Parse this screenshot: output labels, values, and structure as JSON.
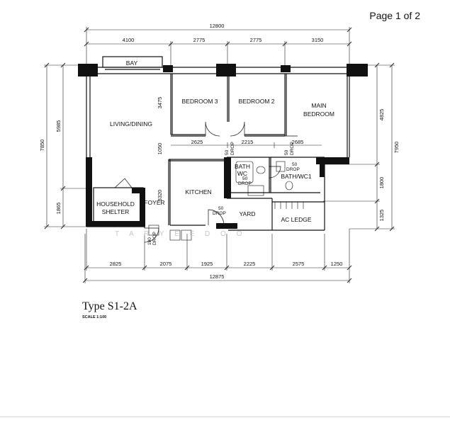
{
  "page": {
    "label": "Page 1 of 2"
  },
  "plan": {
    "type_title": "Type S1-2A",
    "scale_note": "SCALE 1:100",
    "overall_top": "12800",
    "overall_bottom": "12875",
    "top_dims": [
      "4100",
      "2775",
      "2775",
      "3150"
    ],
    "bottom_dims": [
      "2825",
      "2075",
      "1925",
      "2225",
      "2575",
      "1250"
    ],
    "left_overall": "7850",
    "left_dims": [
      "5985",
      "1865"
    ],
    "right_overall": "7950",
    "right_dims": [
      "4825",
      "1800",
      "1325"
    ],
    "inner_dims": {
      "bedroom3_depth": "3475",
      "corridor_1050": "1050",
      "kitchen_depth": "3320",
      "d_2625": "2625",
      "d_2215": "2215",
      "d_2685": "2685"
    },
    "rooms": {
      "bay": "BAY",
      "living_dining": "LIVING/DINING",
      "bedroom3": "BEDROOM 3",
      "bedroom2": "BEDROOM 2",
      "main_bedroom_1": "MAIN",
      "main_bedroom_2": "BEDROOM",
      "household_shelter_1": "HOUSEHOLD",
      "household_shelter_2": "SHELTER",
      "foyer": "FOYER",
      "kitchen": "KITCHEN",
      "yard": "YARD",
      "ac_ledge": "AC LEDGE",
      "bath_wc_left_1": "BATH",
      "bath_wc_left_2": "WC",
      "bath_wc1": "BATH/WC1"
    },
    "drops": {
      "num": "50",
      "num_100": "100",
      "label": "DROP"
    },
    "watermark": "T  A  R  Y  E  E  D  O  O"
  }
}
